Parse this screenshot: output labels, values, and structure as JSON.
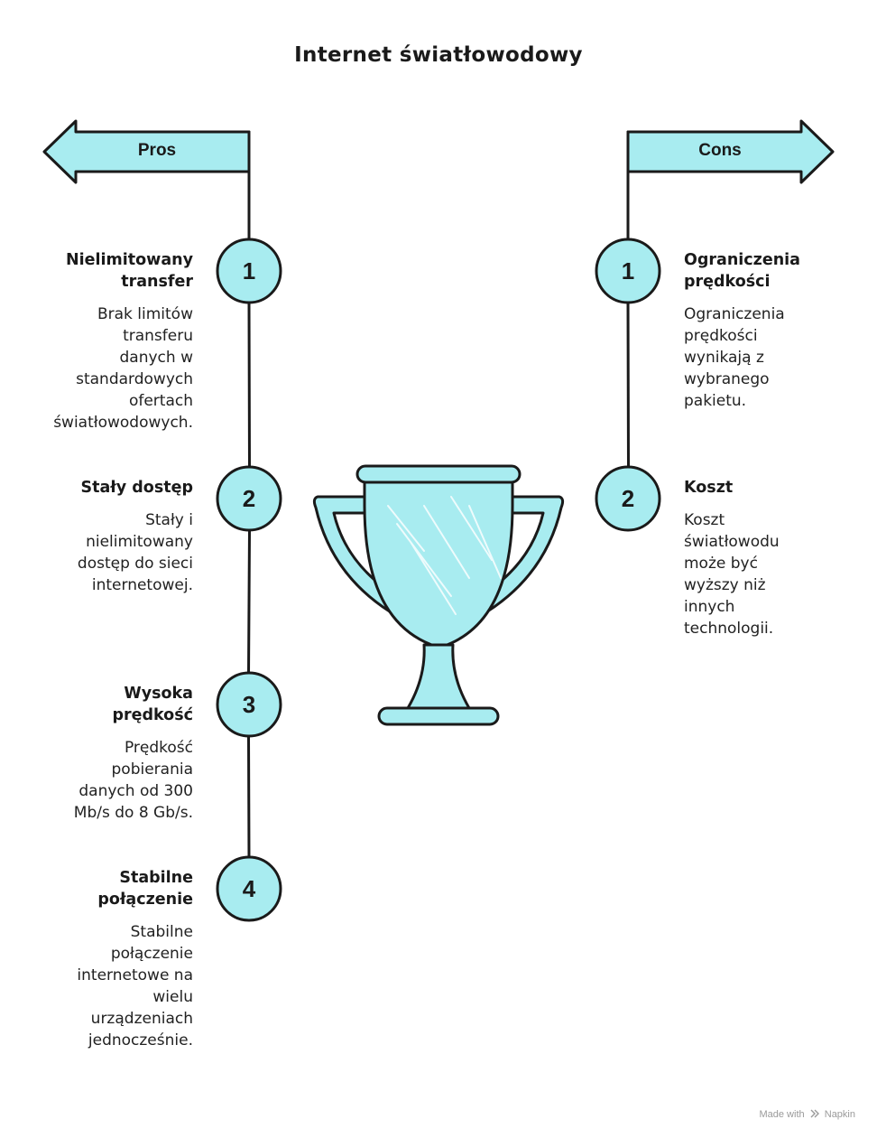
{
  "title": "Internet światłowodowy",
  "pros": {
    "label": "Pros",
    "items": [
      {
        "number": "1",
        "title": "Nielimitowany\ntransfer",
        "description": "Brak limitów\ntransferu\ndanych w\nstandardowych\nofertach\nświatłowodowych."
      },
      {
        "number": "2",
        "title": "Stały dostęp",
        "description": "Stały i\nnielimitowany\ndostęp do sieci\ninternetowej."
      },
      {
        "number": "3",
        "title": "Wysoka\nprędkość",
        "description": "Prędkość\npobierania\ndanych od 300\nMb/s do 8 Gb/s."
      },
      {
        "number": "4",
        "title": "Stabilne\npołączenie",
        "description": "Stabilne\npołączenie\ninternetowe na\nwielu\nurządzeniach\njednocześnie."
      }
    ]
  },
  "cons": {
    "label": "Cons",
    "items": [
      {
        "number": "1",
        "title": "Ograniczenia\nprędkości",
        "description": "Ograniczenia\nprędkości\nwynikają z\nwybranego\npakietu."
      },
      {
        "number": "2",
        "title": "Koszt",
        "description": "Koszt\nświatłowodu\nmoże być\nwyższy niż\ninnych\ntechnologii."
      }
    ]
  },
  "footer": {
    "made_with": "Made with",
    "brand": "Napkin"
  },
  "colors": {
    "accent_fill": "#a8ecf0",
    "stroke": "#1a1a1a"
  },
  "icons": {
    "center": "trophy-icon",
    "footer": "napkin-logo-icon"
  }
}
